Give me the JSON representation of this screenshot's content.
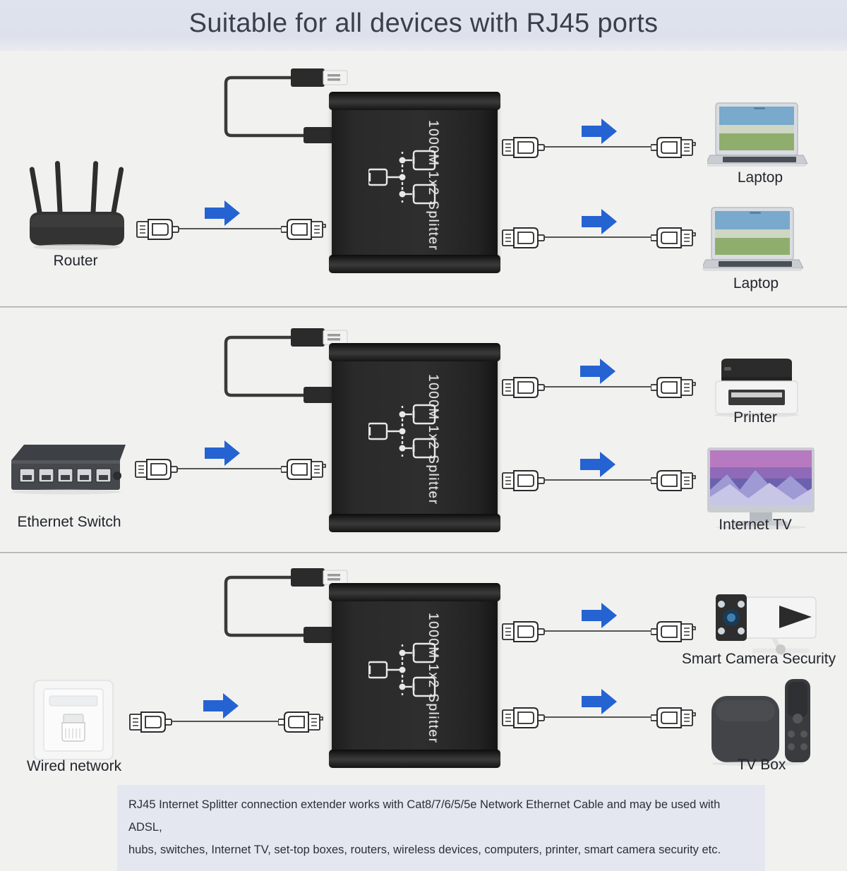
{
  "header": {
    "title": "Suitable for all devices with RJ45 ports"
  },
  "splitter": {
    "label": "1000M 1x2 Splitter",
    "diagram_icon": "network-splitter-icon"
  },
  "icons": {
    "usb_cable": "usb-power-cable-icon",
    "rj45_connector": "rj45-connector-icon",
    "arrow": "blue-right-arrow-icon"
  },
  "colors": {
    "arrow_blue": "#2463d1",
    "header_band": "#dee2ed",
    "page_background": "#f1f1f0",
    "note_background": "#e4e7ef",
    "device_black": "#2b2b2b",
    "divider": "#9a9a9a"
  },
  "rows": [
    {
      "id": "row-1",
      "source": {
        "name": "Router",
        "label": "Router",
        "icon": "wifi-router-icon"
      },
      "outputs": [
        {
          "name": "Laptop",
          "label": "Laptop",
          "icon": "laptop-icon"
        },
        {
          "name": "Laptop",
          "label": "Laptop",
          "icon": "laptop-icon"
        }
      ]
    },
    {
      "id": "row-2",
      "source": {
        "name": "Ethernet Switch",
        "label": "Ethernet Switch",
        "icon": "ethernet-switch-icon"
      },
      "outputs": [
        {
          "name": "Printer",
          "label": "Printer",
          "icon": "printer-icon"
        },
        {
          "name": "Internet TV",
          "label": "Internet TV",
          "icon": "monitor-tv-icon"
        }
      ]
    },
    {
      "id": "row-3",
      "source": {
        "name": "Wired network",
        "label": "Wired network",
        "icon": "wall-ethernet-outlet-icon"
      },
      "outputs": [
        {
          "name": "Smart Camera Security",
          "label": "Smart Camera Security",
          "icon": "security-camera-icon"
        },
        {
          "name": "TV Box",
          "label": "TV Box",
          "icon": "tv-box-icon"
        }
      ]
    }
  ],
  "note": {
    "line1": "RJ45 Internet Splitter connection extender works with Cat8/7/6/5/5e Network Ethernet Cable and may be used with ADSL,",
    "line2": "hubs, switches, Internet TV, set-top boxes, routers, wireless devices, computers, printer, smart camera security etc."
  }
}
